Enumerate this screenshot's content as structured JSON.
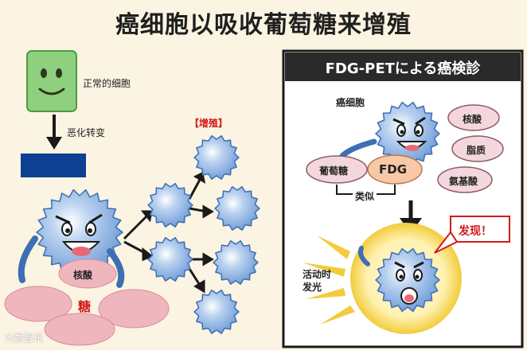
{
  "title": "癌细胞以吸收葡萄糖来增殖",
  "left": {
    "normal_cell_label": "正常的细胞",
    "transform_label": "恶化转变",
    "proliferation_label": "【增殖】",
    "nucleic_acid_label": "核酸",
    "sugar_label": "糖"
  },
  "right": {
    "panel_title": "FDG-PETによる癌検診",
    "cancer_cell_label": "癌细胞",
    "glucose_label": "葡萄糖",
    "fdg_label": "FDG",
    "similar_label": "类似",
    "nucleic_acid_label": "核酸",
    "lipid_label": "脂质",
    "amino_acid_label": "氨基酸",
    "found_label": "发现！",
    "active_line1": "活动时",
    "active_line2": "发光"
  },
  "watermark": "大数智讯",
  "colors": {
    "background": "#fbf4e2",
    "panel_border": "#1a1a1a",
    "header_bg": "#2a2a2a",
    "cell_fill": "#7fa8df",
    "cell_edge": "#3c6fb3",
    "normal_cell": "#8ed07e",
    "blue_block": "#0d3f93",
    "pink": "#f0b6bd",
    "glow": "#f6d24a",
    "red_label": "#d21a1a"
  }
}
